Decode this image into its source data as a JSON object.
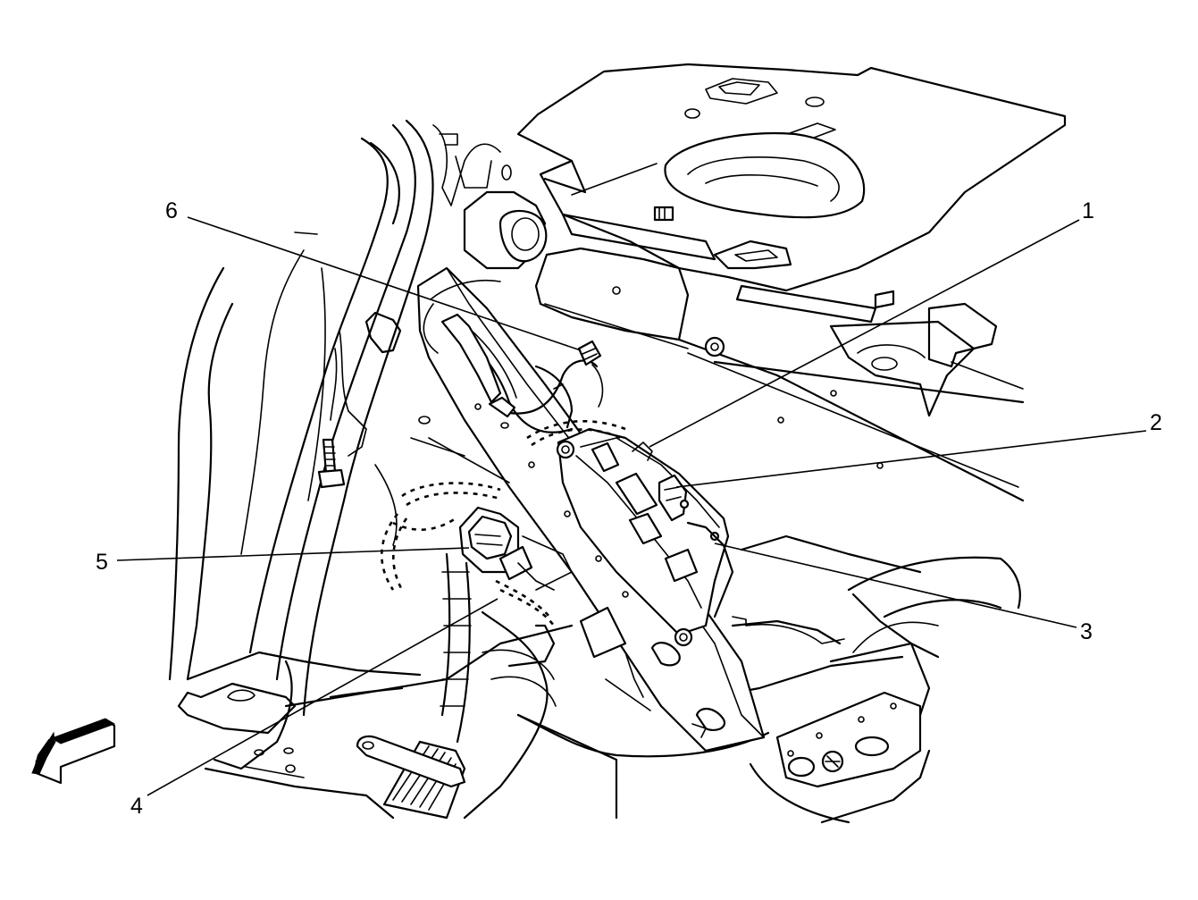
{
  "callouts": {
    "c1": "1",
    "c2": "2",
    "c3": "3",
    "c4": "4",
    "c5": "5",
    "c6": "6"
  },
  "icons": {
    "direction_arrow": "front-direction-arrow-icon"
  }
}
